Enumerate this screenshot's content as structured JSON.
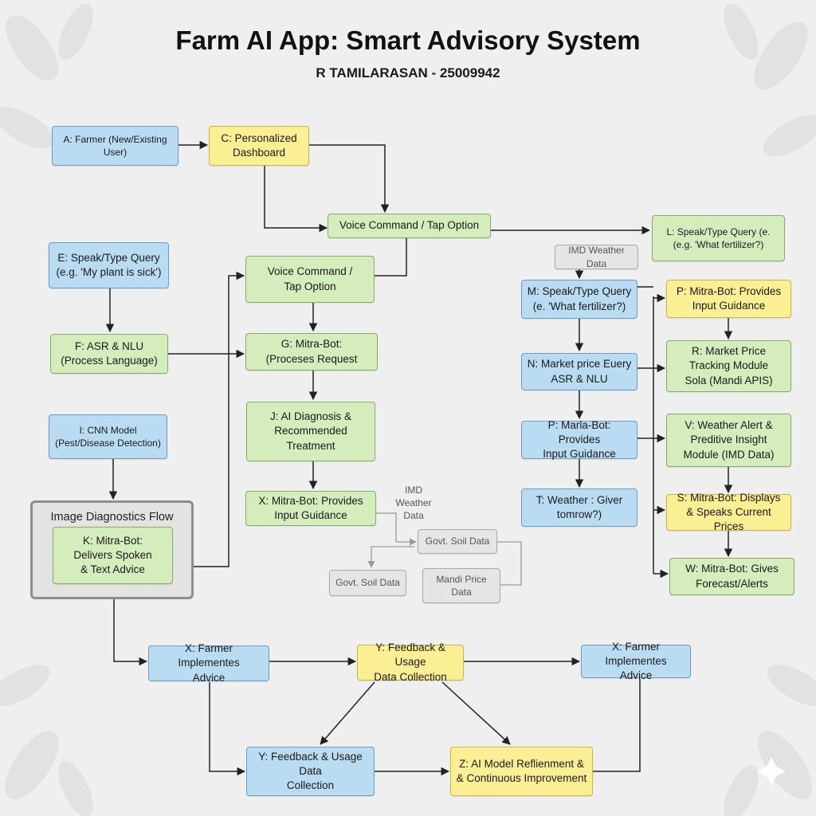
{
  "title": "Farm AI App: Smart Advisory System",
  "subtitle": "R TAMILARASAN - 25009942",
  "colors": {
    "blue": "#b9dcf3",
    "yellow": "#fbef93",
    "green": "#d5edbd",
    "gray": "#e5e5e5",
    "arrow": "#222222",
    "gray_arrow": "#9a9a9a"
  },
  "group": {
    "label": "Image Diagnostics Flow"
  },
  "nodes": {
    "a": "A: Farmer (New/Existing User)",
    "c": "C: Personalized\nDashboard",
    "voice_top": "Voice Command / Tap Option",
    "l": "L: Speak/Type Query (e.\n(e.g. 'What fertilizer?)",
    "e": "E: Speak/Type Query\n(e.g. 'My plant is sick')",
    "voice_mid": "Voice Command /\nTap Option",
    "f": "F:    ASR & NLU\n(Process Language)",
    "g": "G:         Mitra-Bot:\n(Proceses Request",
    "i": "I: CNN Model\n(Pest/Disease Detection)",
    "j": "J:  AI Diagnosis &\nRecommended\nTreatment",
    "k": "K: Mitra-Bot:\nDelivers Spoken\n& Text Advice",
    "x_mid": "X:  Mitra-Bot: Provides\nInput Guidance",
    "imd_weather_mid": "IMD Weather\nData",
    "govt_soil_right": "Govt. Soil Data",
    "govt_soil_left": "Govt. Soil Data",
    "mandi_price": "Mandi Price\nData",
    "imd_weather_right": "IMD Weather Data",
    "m": "M: Speak/Type Query\n(e. 'What fertilizer?)",
    "n": "N: Market price Euery\nASR & NLU",
    "p_left": "P: Marla-Bot: Provides\nInput Guidance",
    "t": "T: Weather : Giver\ntomrow?)",
    "p_right": "P:  Mitra-Bot: Provides\nInput Guidance",
    "r": "R:    Market Price\nTracking Module\nSola (Mandi APIS)",
    "v": "V:  Weather Alert &\nPreditive Insight\nModule (IMD Data)",
    "s": "S: Mitra-Bot: Displays\n& Speaks Current Prices",
    "w": "W:  Mitra-Bot: Gives\nForecast/Alerts",
    "x_left": "X: Farmer Implementes\nAdvice",
    "y_top": "Y: Feedback & Usage\nData Collection",
    "x_right": "X: Farmer Implementes\nAdvice",
    "y_bottom": "Y: Feedback & Usage Data\nCollection",
    "z": "Z: AI Model Reflienment &\n& Continuous Improvement"
  }
}
